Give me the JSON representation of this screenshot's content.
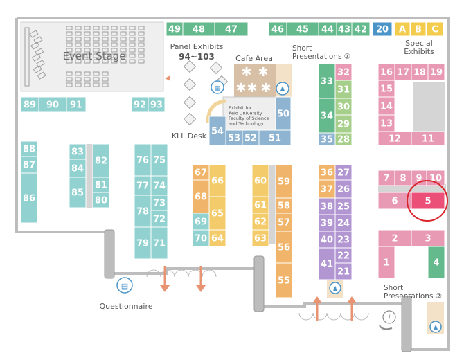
{
  "colors": {
    "green": "#64b98d",
    "lightgreen": "#a7cf8c",
    "blue": "#4a94c8",
    "yellow": "#f3cc4d",
    "cyan": "#91d2d0",
    "steel": "#8fb4d2",
    "orange": "#f0b56a",
    "yellow2": "#f4cb6a",
    "purple": "#b296d2",
    "pink": "#e89ab4",
    "red": "#ea5078",
    "cafe": "#d8c0a6",
    "gray": "#cfcfcf",
    "wall": "#b9b9b9",
    "arrow": "#e89472",
    "highlight": "#d9242c"
  },
  "labels": {
    "event_stage": "Event Stage",
    "panel_exhibits": "Panel Exhibits",
    "panel_range": "94~103",
    "cafe_area": "Cafe Area",
    "short_presentations_1": "Short\nPresentations ①",
    "special_exhibits": "Special\nExhibits",
    "kll_desk": "KLL Desk",
    "keio_exhibit": "Exhibit for\nKeio University\nFaculty of Science\nand Technology",
    "short_presentations_2": "Short\nPresentations ②",
    "questionnaire": "Questionnaire",
    "info_mark": "i"
  },
  "highlighted_booth": "5",
  "booths": [
    {
      "n": "49",
      "c": "green"
    },
    {
      "n": "48",
      "c": "green"
    },
    {
      "n": "47",
      "c": "green"
    },
    {
      "n": "46",
      "c": "green"
    },
    {
      "n": "45",
      "c": "green"
    },
    {
      "n": "44",
      "c": "green"
    },
    {
      "n": "43",
      "c": "green"
    },
    {
      "n": "42",
      "c": "green"
    },
    {
      "n": "20",
      "c": "blue"
    },
    {
      "n": "A",
      "c": "yellow"
    },
    {
      "n": "B",
      "c": "yellow"
    },
    {
      "n": "C",
      "c": "yellow"
    },
    {
      "n": "89",
      "c": "cyan"
    },
    {
      "n": "90",
      "c": "cyan"
    },
    {
      "n": "91",
      "c": "cyan"
    },
    {
      "n": "92",
      "c": "cyan"
    },
    {
      "n": "93",
      "c": "cyan"
    },
    {
      "n": "33",
      "c": "green"
    },
    {
      "n": "32",
      "c": "pink"
    },
    {
      "n": "31",
      "c": "lightgreen"
    },
    {
      "n": "34",
      "c": "green"
    },
    {
      "n": "30",
      "c": "lightgreen"
    },
    {
      "n": "29",
      "c": "lightgreen"
    },
    {
      "n": "35",
      "c": "steel"
    },
    {
      "n": "28",
      "c": "lightgreen"
    },
    {
      "n": "16",
      "c": "pink"
    },
    {
      "n": "17",
      "c": "pink"
    },
    {
      "n": "18",
      "c": "pink"
    },
    {
      "n": "19",
      "c": "pink"
    },
    {
      "n": "15",
      "c": "pink"
    },
    {
      "n": "14",
      "c": "pink"
    },
    {
      "n": "13",
      "c": "pink"
    },
    {
      "n": "12",
      "c": "pink"
    },
    {
      "n": "11",
      "c": "pink"
    },
    {
      "n": "50",
      "c": "steel"
    },
    {
      "n": "54",
      "c": "steel"
    },
    {
      "n": "53",
      "c": "steel"
    },
    {
      "n": "52",
      "c": "steel"
    },
    {
      "n": "51",
      "c": "steel"
    },
    {
      "n": "88",
      "c": "cyan"
    },
    {
      "n": "87",
      "c": "cyan"
    },
    {
      "n": "86",
      "c": "cyan"
    },
    {
      "n": "83",
      "c": "cyan"
    },
    {
      "n": "84",
      "c": "cyan"
    },
    {
      "n": "85",
      "c": "cyan"
    },
    {
      "n": "82",
      "c": "cyan"
    },
    {
      "n": "81",
      "c": "cyan"
    },
    {
      "n": "80",
      "c": "cyan"
    },
    {
      "n": "76",
      "c": "cyan"
    },
    {
      "n": "75",
      "c": "cyan"
    },
    {
      "n": "77",
      "c": "cyan"
    },
    {
      "n": "74",
      "c": "cyan"
    },
    {
      "n": "78",
      "c": "cyan"
    },
    {
      "n": "73",
      "c": "cyan"
    },
    {
      "n": "72",
      "c": "cyan"
    },
    {
      "n": "79",
      "c": "cyan"
    },
    {
      "n": "71",
      "c": "cyan"
    },
    {
      "n": "67",
      "c": "orange"
    },
    {
      "n": "66",
      "c": "yellow2"
    },
    {
      "n": "68",
      "c": "orange"
    },
    {
      "n": "65",
      "c": "yellow2"
    },
    {
      "n": "69",
      "c": "cyan"
    },
    {
      "n": "70",
      "c": "cyan"
    },
    {
      "n": "64",
      "c": "yellow2"
    },
    {
      "n": "60",
      "c": "yellow2"
    },
    {
      "n": "59",
      "c": "orange"
    },
    {
      "n": "61",
      "c": "yellow2"
    },
    {
      "n": "58",
      "c": "orange"
    },
    {
      "n": "62",
      "c": "yellow2"
    },
    {
      "n": "57",
      "c": "orange"
    },
    {
      "n": "63",
      "c": "yellow2"
    },
    {
      "n": "56",
      "c": "orange"
    },
    {
      "n": "55",
      "c": "orange"
    },
    {
      "n": "36",
      "c": "orange"
    },
    {
      "n": "27",
      "c": "purple"
    },
    {
      "n": "37",
      "c": "orange"
    },
    {
      "n": "26",
      "c": "purple"
    },
    {
      "n": "38",
      "c": "purple"
    },
    {
      "n": "25",
      "c": "purple"
    },
    {
      "n": "39",
      "c": "purple"
    },
    {
      "n": "24",
      "c": "purple"
    },
    {
      "n": "40",
      "c": "purple"
    },
    {
      "n": "23",
      "c": "purple"
    },
    {
      "n": "41",
      "c": "purple"
    },
    {
      "n": "22",
      "c": "purple"
    },
    {
      "n": "21",
      "c": "purple"
    },
    {
      "n": "7",
      "c": "pink"
    },
    {
      "n": "8",
      "c": "pink"
    },
    {
      "n": "9",
      "c": "pink"
    },
    {
      "n": "10",
      "c": "pink"
    },
    {
      "n": "6",
      "c": "pink"
    },
    {
      "n": "5",
      "c": "red"
    },
    {
      "n": "2",
      "c": "pink"
    },
    {
      "n": "3",
      "c": "pink"
    },
    {
      "n": "1",
      "c": "pink"
    },
    {
      "n": "4",
      "c": "green"
    }
  ]
}
